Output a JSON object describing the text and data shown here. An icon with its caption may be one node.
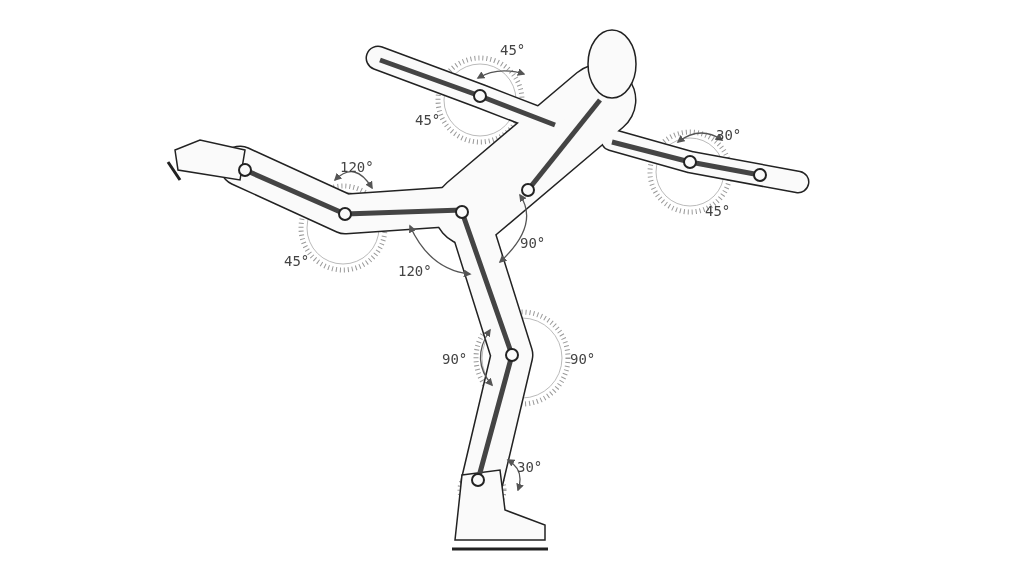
{
  "diagram": {
    "labels": [
      "45°",
      "45°",
      "30°",
      "120°",
      "45°",
      "90°",
      "45°",
      "120°",
      "90°",
      "90°",
      "30°"
    ]
  }
}
